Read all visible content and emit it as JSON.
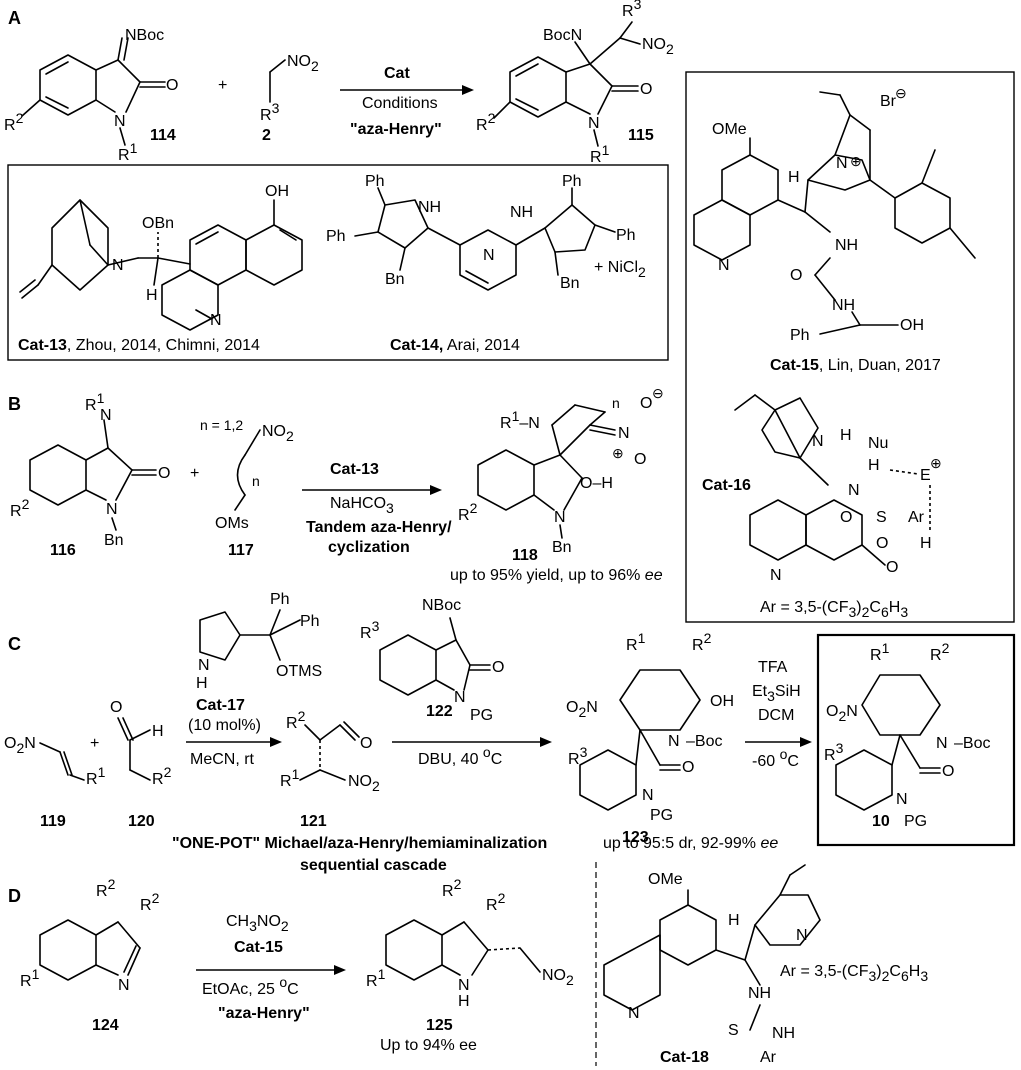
{
  "sections": {
    "A": "A",
    "B": "B",
    "C": "C",
    "D": "D"
  },
  "A": {
    "imine": "NBoc",
    "nitro": "NO",
    "nitro_sub": "2",
    "r3": "R",
    "r3_sup": "3",
    "r2": "R",
    "r2_sup": "2",
    "r1": "R",
    "r1_sup": "1",
    "plus": "+",
    "n_atom": "N",
    "o_atom": "O",
    "cmpd_114": "114",
    "cmpd_2": "2",
    "cmpd_115": "115",
    "cat": "Cat",
    "conditions": "Conditions",
    "reaction": "\"aza-Henry\"",
    "product_nboc": "BocN",
    "product_no2": "NO",
    "product_r3": "R"
  },
  "catalyst_box": {
    "cat13_name": "Cat-13",
    "cat13_ref": ", Zhou, 2014, Chimni, 2014",
    "cat14_name": "Cat-14,",
    "cat14_ref": " Arai, 2014",
    "obn": "OBn",
    "oh": "OH",
    "h": "H",
    "n": "N",
    "ph": "Ph",
    "nh": "NH",
    "bn": "Bn",
    "nicl2": "+ NiCl",
    "nicl2_sub": "2"
  },
  "right_box": {
    "ome": "OMe",
    "br": "Br",
    "cat15_name": "Cat-15",
    "cat15_ref": ", Lin, Duan, 2017",
    "cat16_name": "Cat-16",
    "ar_def": "Ar = 3,5-(CF",
    "ar_def_3": "3",
    "ar_def_2": ")",
    "ar_def_end": "C",
    "ar_def_6": "6",
    "ar_def_h": "H",
    "ar_def_h3": "3",
    "nu": "Nu",
    "e": "E",
    "s": "S",
    "ar": "Ar",
    "o": "O",
    "h": "H",
    "n": "N",
    "nh": "NH",
    "oh": "OH",
    "ph": "Ph"
  },
  "B": {
    "cmpd_116": "116",
    "cmpd_117": "117",
    "cmpd_118": "118",
    "n_label": "n = 1,2",
    "oms": "OMs",
    "cat": "Cat-13",
    "base": "NaHCO",
    "base_sub": "3",
    "reaction_1": "Tandem aza-Henry/",
    "reaction_2": "cyclization",
    "result": "up to 95% yield, up to 96% ",
    "result_ee": "ee",
    "bn": "Bn",
    "n": "n"
  },
  "C": {
    "cmpd_119": "119",
    "cmpd_120": "120",
    "cmpd_121": "121",
    "cmpd_122": "122",
    "cmpd_123": "123",
    "cmpd_10": "10",
    "cat17": "Cat-17",
    "cat17_load": "(10 mol%)",
    "solvent1": "MeCN, rt",
    "otms": "OTMS",
    "dbu": "DBU, 40 ",
    "dbu_deg": "o",
    "dbu_c": "C",
    "pg": "PG",
    "boc": "Boc",
    "tfa": "TFA",
    "et3sih": "Et",
    "et3sih_3": "3",
    "et3sih_end": "SiH",
    "dcm": "DCM",
    "temp": "-60 ",
    "temp_deg": "o",
    "temp_c": "C",
    "cascade_1": "\"ONE-POT\" Michael/aza-Henry/hemiaminalization",
    "cascade_2": "sequential cascade",
    "result": "up to 95:5 dr, 92-99% ",
    "result_ee": "ee"
  },
  "D": {
    "cmpd_124": "124",
    "cmpd_125": "125",
    "reagent": "CH",
    "reagent_3": "3",
    "reagent_no": "NO",
    "reagent_2": "2",
    "cat": "Cat-15",
    "solvent": "EtOAc, 25 ",
    "solvent_deg": "o",
    "solvent_c": "C",
    "reaction": "\"aza-Henry\"",
    "result": "Up to 94% ee",
    "cat18": "Cat-18",
    "ar_def": "Ar = 3,5-(CF",
    "s": "S",
    "nh": "NH",
    "ar": "Ar"
  }
}
